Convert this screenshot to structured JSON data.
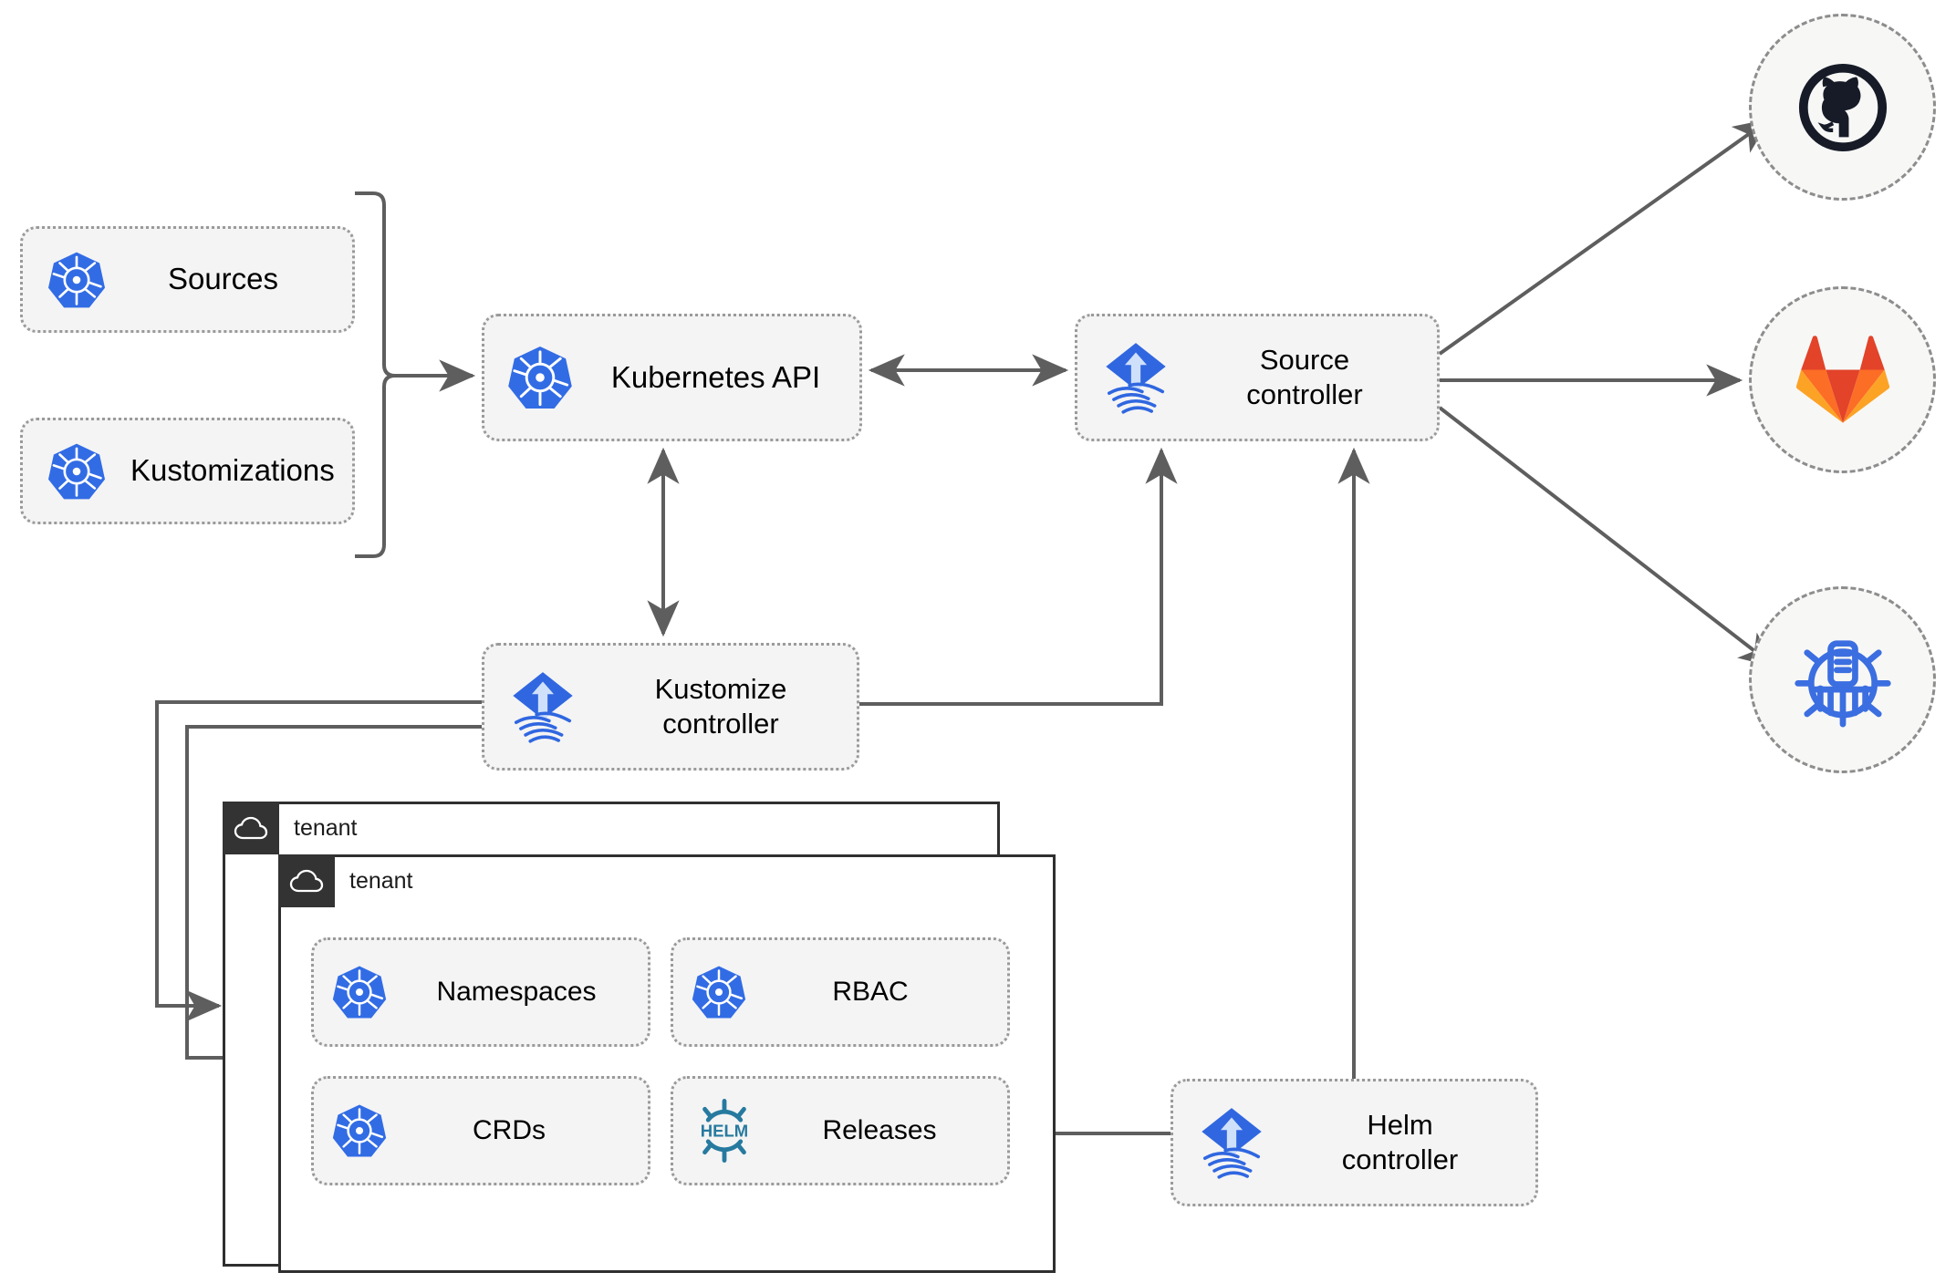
{
  "title": "Flux GitOps architecture diagram",
  "colors": {
    "kubernetes_blue": "#326CE5",
    "flux_blue": "#3067E0",
    "helm_teal": "#277A9F",
    "github_dark": "#161B27",
    "gitlab_orange": "#E24329",
    "gitlab_light_orange": "#FCA326",
    "bucket_blue": "#3B6EE0",
    "node_fill": "#F4F4F4",
    "node_border": "#9A9A9A",
    "wire": "#5E5E5E",
    "tenant_border": "#2F2F2F",
    "tenant_tab": "#333333"
  },
  "resources": [
    {
      "id": "sources",
      "label": "Sources",
      "icon": "kubernetes-icon"
    },
    {
      "id": "kustomizations",
      "label": "Kustomizations",
      "icon": "kubernetes-icon"
    }
  ],
  "controllers": [
    {
      "id": "kubernetes-api",
      "label": "Kubernetes API",
      "icon": "kubernetes-icon"
    },
    {
      "id": "source-controller",
      "label": "Source\ncontroller",
      "line1": "Source",
      "line2": "controller",
      "icon": "flux-icon"
    },
    {
      "id": "kustomize-controller",
      "label": "Kustomize\ncontroller",
      "line1": "Kustomize",
      "line2": "controller",
      "icon": "flux-icon"
    },
    {
      "id": "helm-controller",
      "label": "Helm\ncontroller",
      "line1": "Helm",
      "line2": "controller",
      "icon": "flux-icon"
    }
  ],
  "providers": [
    {
      "id": "github",
      "label": "github-icon",
      "icon": "github-icon"
    },
    {
      "id": "gitlab",
      "label": "gitlab-icon",
      "icon": "gitlab-icon"
    },
    {
      "id": "bucket",
      "label": "bucket-icon",
      "icon": "bucket-icon"
    }
  ],
  "tenants": [
    {
      "id": "tenant-outer",
      "name": "tenant",
      "icon": "cloud-icon"
    },
    {
      "id": "tenant-inner",
      "name": "tenant",
      "icon": "cloud-icon"
    }
  ],
  "tenant_resources": [
    {
      "id": "namespaces",
      "label": "Namespaces",
      "icon": "kubernetes-icon"
    },
    {
      "id": "rbac",
      "label": "RBAC",
      "icon": "kubernetes-icon"
    },
    {
      "id": "crds",
      "label": "CRDs",
      "icon": "kubernetes-icon"
    },
    {
      "id": "releases",
      "label": "Releases",
      "icon": "helm-icon"
    }
  ],
  "edges": [
    {
      "from": "sources-kustomizations-group",
      "to": "kubernetes-api",
      "type": "arrow"
    },
    {
      "from": "kubernetes-api",
      "to": "source-controller",
      "type": "bidirectional"
    },
    {
      "from": "kubernetes-api",
      "to": "kustomize-controller",
      "type": "bidirectional"
    },
    {
      "from": "kustomize-controller",
      "to": "source-controller",
      "type": "arrow"
    },
    {
      "from": "helm-controller",
      "to": "source-controller",
      "type": "arrow"
    },
    {
      "from": "source-controller",
      "to": "github",
      "type": "arrow"
    },
    {
      "from": "source-controller",
      "to": "gitlab",
      "type": "arrow"
    },
    {
      "from": "source-controller",
      "to": "bucket",
      "type": "arrow"
    },
    {
      "from": "kustomize-controller",
      "to": "tenant-outer",
      "type": "arrow"
    },
    {
      "from": "kustomize-controller",
      "to": "tenant-inner",
      "type": "arrow"
    },
    {
      "from": "helm-controller",
      "to": "releases",
      "type": "arrow"
    }
  ]
}
